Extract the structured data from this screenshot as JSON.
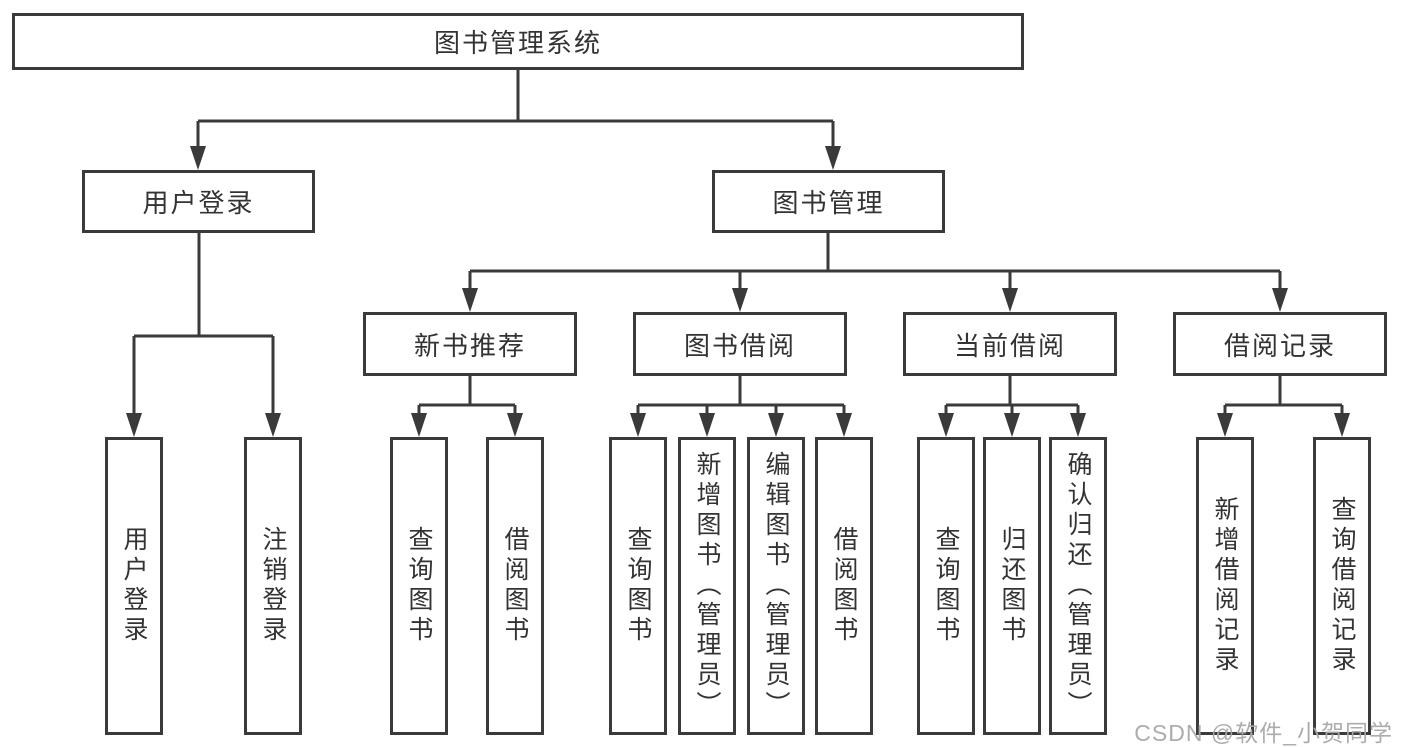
{
  "diagram_title": "图书管理系统",
  "colors": {
    "line": "#3a3a3a",
    "border": "#3a3a3a",
    "text": "#333333",
    "background": "#ffffff",
    "watermark": "#a8a8a8"
  },
  "nodes": {
    "root": {
      "label": "图书管理系统"
    },
    "user_login": {
      "label": "用户登录"
    },
    "book_management": {
      "label": "图书管理"
    },
    "new_book_rec": {
      "label": "新书推荐"
    },
    "book_borrow": {
      "label": "图书借阅"
    },
    "current_borrow": {
      "label": "当前借阅"
    },
    "borrow_records": {
      "label": "借阅记录"
    },
    "leaf_user_login": {
      "label": "用户登录"
    },
    "leaf_logout": {
      "label": "注销登录"
    },
    "leaf_nb_query": {
      "label": "查询图书"
    },
    "leaf_nb_borrow": {
      "label": "借阅图书"
    },
    "leaf_bb_query": {
      "label": "查询图书"
    },
    "leaf_bb_add": {
      "label": "新增图书（管理员）"
    },
    "leaf_bb_edit": {
      "label": "编辑图书（管理员）"
    },
    "leaf_bb_borrow": {
      "label": "借阅图书"
    },
    "leaf_cb_query": {
      "label": "查询图书"
    },
    "leaf_cb_return": {
      "label": "归还图书"
    },
    "leaf_cb_confirm": {
      "label": "确认归还（管理员）"
    },
    "leaf_br_add": {
      "label": "新增借阅记录"
    },
    "leaf_br_query": {
      "label": "查询借阅记录"
    }
  },
  "edges": [
    [
      "root",
      "user_login"
    ],
    [
      "root",
      "book_management"
    ],
    [
      "user_login",
      "leaf_user_login"
    ],
    [
      "user_login",
      "leaf_logout"
    ],
    [
      "book_management",
      "new_book_rec"
    ],
    [
      "book_management",
      "book_borrow"
    ],
    [
      "book_management",
      "current_borrow"
    ],
    [
      "book_management",
      "borrow_records"
    ],
    [
      "new_book_rec",
      "leaf_nb_query"
    ],
    [
      "new_book_rec",
      "leaf_nb_borrow"
    ],
    [
      "book_borrow",
      "leaf_bb_query"
    ],
    [
      "book_borrow",
      "leaf_bb_add"
    ],
    [
      "book_borrow",
      "leaf_bb_edit"
    ],
    [
      "book_borrow",
      "leaf_bb_borrow"
    ],
    [
      "current_borrow",
      "leaf_cb_query"
    ],
    [
      "current_borrow",
      "leaf_cb_return"
    ],
    [
      "current_borrow",
      "leaf_cb_confirm"
    ],
    [
      "borrow_records",
      "leaf_br_add"
    ],
    [
      "borrow_records",
      "leaf_br_query"
    ]
  ],
  "watermark": {
    "text": "CSDN @软件_小贺同学"
  }
}
